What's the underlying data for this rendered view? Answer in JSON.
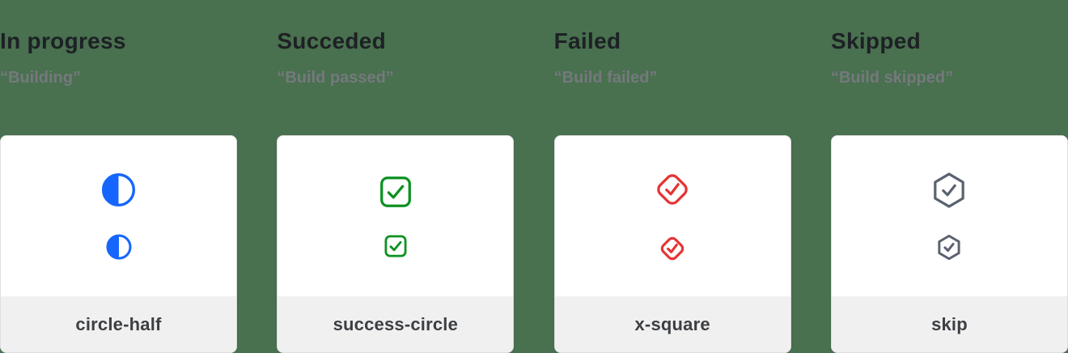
{
  "colors": {
    "background": "#49704f",
    "card_background": "#ffffff",
    "card_border": "#dedede",
    "footer_background": "#f0f0f0",
    "heading_text": "#1d2125",
    "subtitle_text": "#75797d",
    "label_text": "#3c4044",
    "in_progress_blue": "#1666fe",
    "success_green": "#0c9121",
    "failed_red": "#e63434",
    "skipped_gray": "#5b6270"
  },
  "columns": [
    {
      "title": "In progress",
      "subtitle": "“Building”",
      "icon": "circle-half-icon",
      "label": "circle-half",
      "color": "#1666fe"
    },
    {
      "title": "Succeded",
      "subtitle": "“Build passed”",
      "icon": "check-square-icon",
      "label": "success-circle",
      "color": "#0c9121"
    },
    {
      "title": "Failed",
      "subtitle": "“Build failed”",
      "icon": "check-diamond-icon",
      "label": "x-square",
      "color": "#e63434"
    },
    {
      "title": "Skipped",
      "subtitle": "“Build skipped”",
      "icon": "check-hexagon-icon",
      "label": "skip",
      "color": "#5b6270"
    }
  ]
}
